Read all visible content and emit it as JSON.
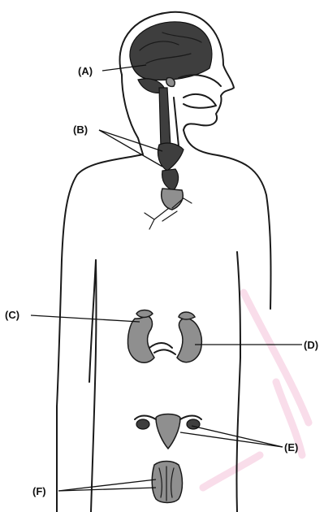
{
  "labels": {
    "a": "(A)",
    "b": "(B)",
    "c": "(C)",
    "d": "(D)",
    "e": "(E)",
    "f": "(F)"
  },
  "colors": {
    "gland_fill": "#8f8f8f",
    "outline": "#1a1a1a",
    "watermark": "#f5c6dc"
  }
}
